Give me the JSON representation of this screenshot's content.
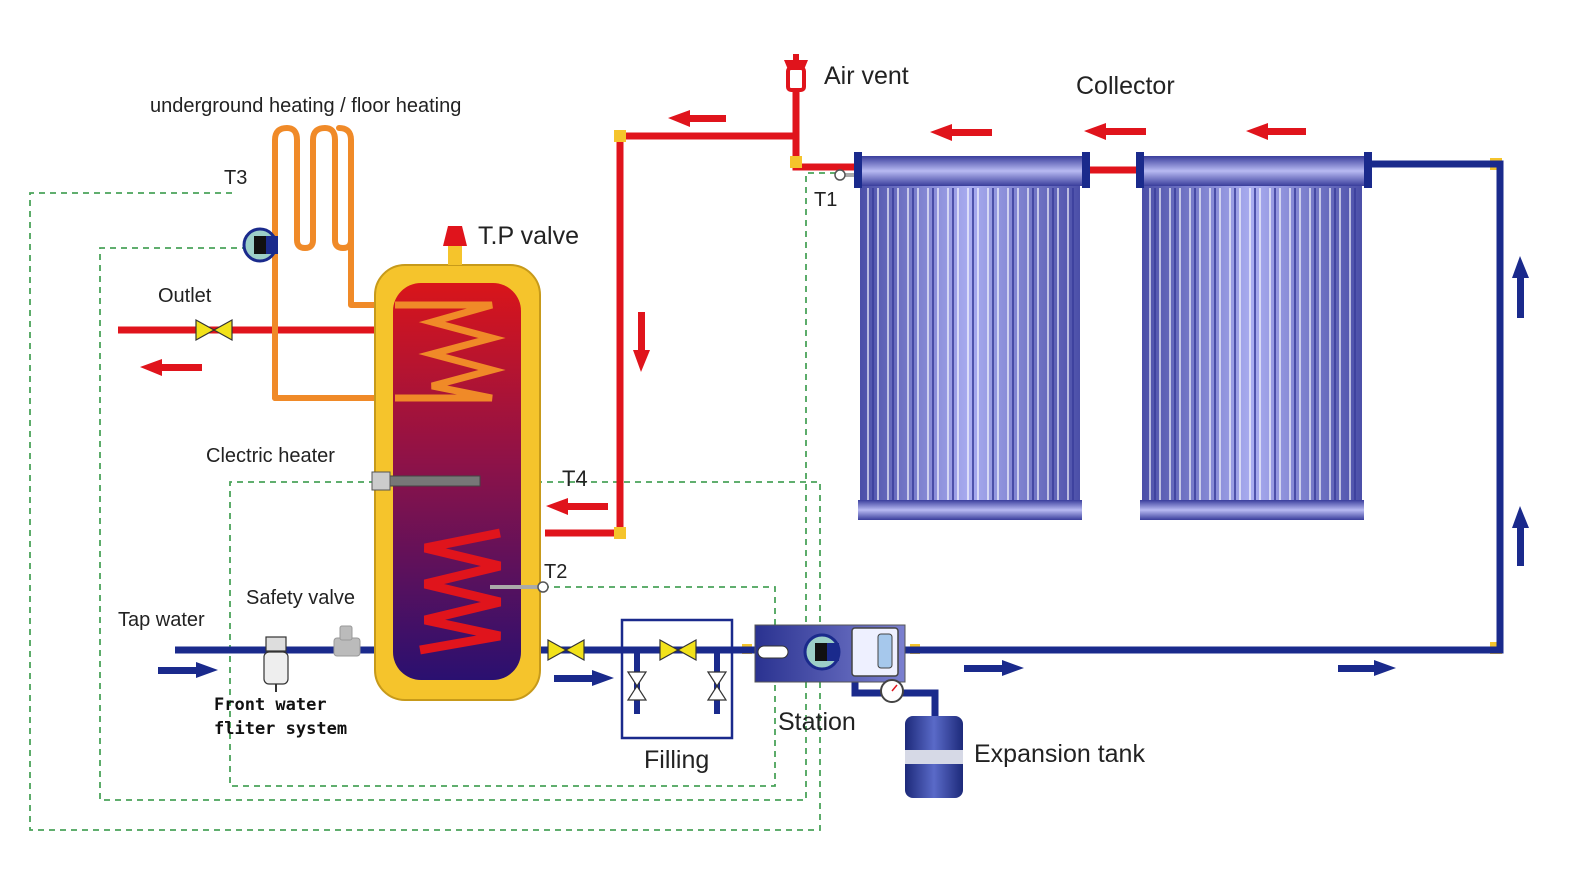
{
  "labels": {
    "air_vent": "Air vent",
    "collector": "Collector",
    "underground_heating": "underground heating / floor heating",
    "t3": "T3",
    "tp_valve": "T.P valve",
    "outlet": "Outlet",
    "t1": "T1",
    "electric_heater": "Clectric heater",
    "t4": "T4",
    "t2": "T2",
    "safety_valve": "Safety  valve",
    "tap_water": "Tap water",
    "front_water_filter_line1": "Front water",
    "front_water_filter_line2": "fliter system",
    "filling": "Filling",
    "station": "Station",
    "expansion_tank": "Expansion tank"
  },
  "colors": {
    "hot_pipe": "#e0141c",
    "cold_pipe": "#1a2a8c",
    "floor_heating_pipe": "#f08a28",
    "tank_casing": "#f5c42c",
    "sensor_wire": "#4aa35a",
    "collector_tube": "#6a6fc4",
    "valve": "#f2e21a"
  }
}
